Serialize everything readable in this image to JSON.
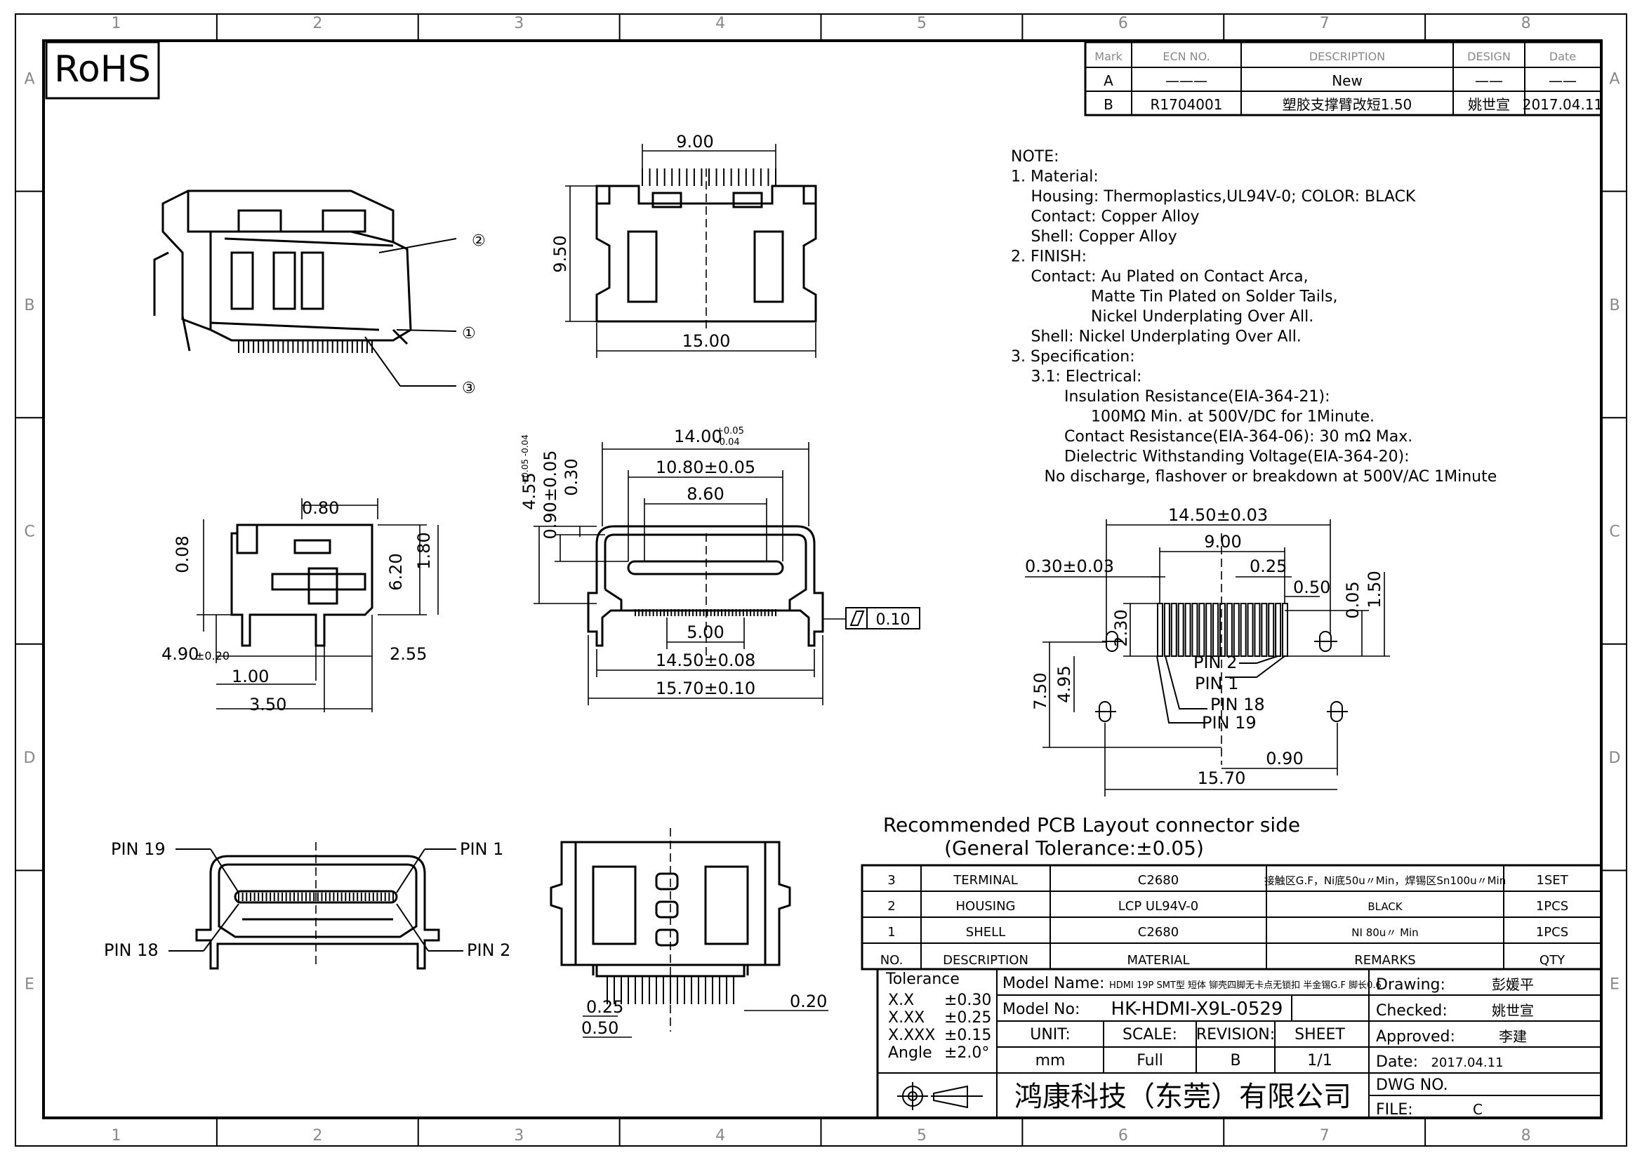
{
  "rohs": "RoHS",
  "grid": {
    "columns": [
      "1",
      "2",
      "3",
      "4",
      "5",
      "6",
      "7",
      "8"
    ],
    "rows": [
      "A",
      "B",
      "C",
      "D",
      "E"
    ]
  },
  "revision": {
    "headers": [
      "Mark",
      "ECN NO.",
      "DESCRIPTION",
      "DESIGN",
      "Date"
    ],
    "rows": [
      [
        "A",
        "———",
        "New",
        "——",
        "——"
      ],
      [
        "B",
        "R1704001",
        "塑胶支撑臂改短1.50",
        "姚世宣",
        "2017.04.11"
      ]
    ]
  },
  "notes": [
    "NOTE:",
    "1. Material:",
    "   Housing: Thermoplastics,UL94V-0; COLOR: BLACK",
    "   Contact: Copper Alloy",
    "   Shell: Copper Alloy",
    "2. FINISH:",
    "   Contact: Au Plated on Contact Arca,",
    "            Matte Tin Plated on Solder Tails,",
    "            Nickel Underplating Over All.",
    "   Shell: Nickel Underplating Over All.",
    "3. Specification:",
    "   3.1: Electrical:",
    "        Insulation Resistance(EIA-364-21):",
    "            100MΩ Min. at 500V/DC for 1Minute.",
    "        Contact Resistance(EIA-364-06): 30 mΩ Max.",
    "        Dielectric Withstanding Voltage(EIA-364-20):",
    "     No discharge, flashover or breakdown at 500V/AC 1Minute"
  ],
  "balloons": [
    "②",
    "①",
    "③"
  ],
  "dims": {
    "top_9": "9.00",
    "top_950": "9.50",
    "top_15": "15.00",
    "side_080": "0.80",
    "side_008": "0.08",
    "side_620": "6.20",
    "side_180": "1.80",
    "side_490": "4.90",
    "side_490_tol": "±0.20",
    "side_255": "2.55",
    "side_100": "1.00",
    "side_350": "3.50",
    "front_14": "14.00",
    "front_14_tol_up": "+0.05",
    "front_14_tol_dn": "-0.04",
    "front_1080": "10.80±0.05",
    "front_860": "8.60",
    "front_455": "4.55",
    "front_455_tol": "+0.05 -0.04",
    "front_090": "0.90±0.05",
    "front_030": "0.30",
    "front_500": "5.00",
    "front_1450": "14.50±0.08",
    "front_1570": "15.70±0.10",
    "flatness": "0.10",
    "pcb_1450": "14.50±0.03",
    "pcb_900": "9.00",
    "pcb_030": "0.30±0.03",
    "pcb_025": "0.25",
    "pcb_050": "0.50",
    "pcb_005": "0.05",
    "pcb_150": "1.50",
    "pcb_230": "2.30",
    "pcb_750": "7.50",
    "pcb_495": "4.95",
    "pcb_090": "0.90",
    "pcb_1570": "15.70",
    "bot_025": "0.25",
    "bot_050": "0.50",
    "bot_020": "0.20"
  },
  "pins": {
    "pcb": [
      "PIN 2",
      "PIN 1",
      "PIN 18",
      "PIN 19"
    ],
    "front": [
      "PIN 19",
      "PIN 1",
      "PIN 18",
      "PIN 2"
    ]
  },
  "pcb_caption": "Recommended PCB Layout connector side",
  "pcb_caption2": "(General Tolerance:±0.05)",
  "bom": {
    "rows": [
      [
        "3",
        "TERMINAL",
        "C2680",
        "接触区G.F，Ni底50u〃Min，焊锡区Sn100u〃Min",
        "1SET"
      ],
      [
        "2",
        "HOUSING",
        "LCP  UL94V-0",
        "BLACK",
        "1PCS"
      ],
      [
        "1",
        "SHELL",
        "C2680",
        "NI 80u〃 Min",
        "1PCS"
      ]
    ],
    "headers": [
      "NO.",
      "DESCRIPTION",
      "MATERIAL",
      "REMARKS",
      "QTY"
    ]
  },
  "title_block": {
    "tolerance": "Tolerance",
    "tol_rows": [
      [
        "X.X",
        "±0.30"
      ],
      [
        "X.XX",
        "±0.25"
      ],
      [
        "X.XXX",
        "±0.15"
      ],
      [
        "Angle",
        "±2.0°"
      ]
    ],
    "model_name_label": "Model  Name:",
    "model_name": "HDMI 19P SMT型 短体 铆壳四脚无卡点无锁扣 半金锡G.F 脚长0.6",
    "model_no_label": "Model  No:",
    "model_no": "HK-HDMI-X9L-0529",
    "unit_label": "UNIT:",
    "scale_label": "SCALE:",
    "revision_label": "REVISION:",
    "sheet_label": "SHEET",
    "unit": "mm",
    "scale": "Full",
    "revision": "B",
    "sheet": "1/1",
    "company": "鸿康科技（东莞）有限公司",
    "drawing_label": "Drawing:",
    "drawing": "彭媛平",
    "checked_label": "Checked:",
    "checked": "姚世宣",
    "approved_label": "Approved:",
    "approved": "李建",
    "date_label": "Date:",
    "date": "2017.04.11",
    "dwg_label": "DWG  NO.",
    "file_label": "FILE:",
    "file": "C"
  }
}
